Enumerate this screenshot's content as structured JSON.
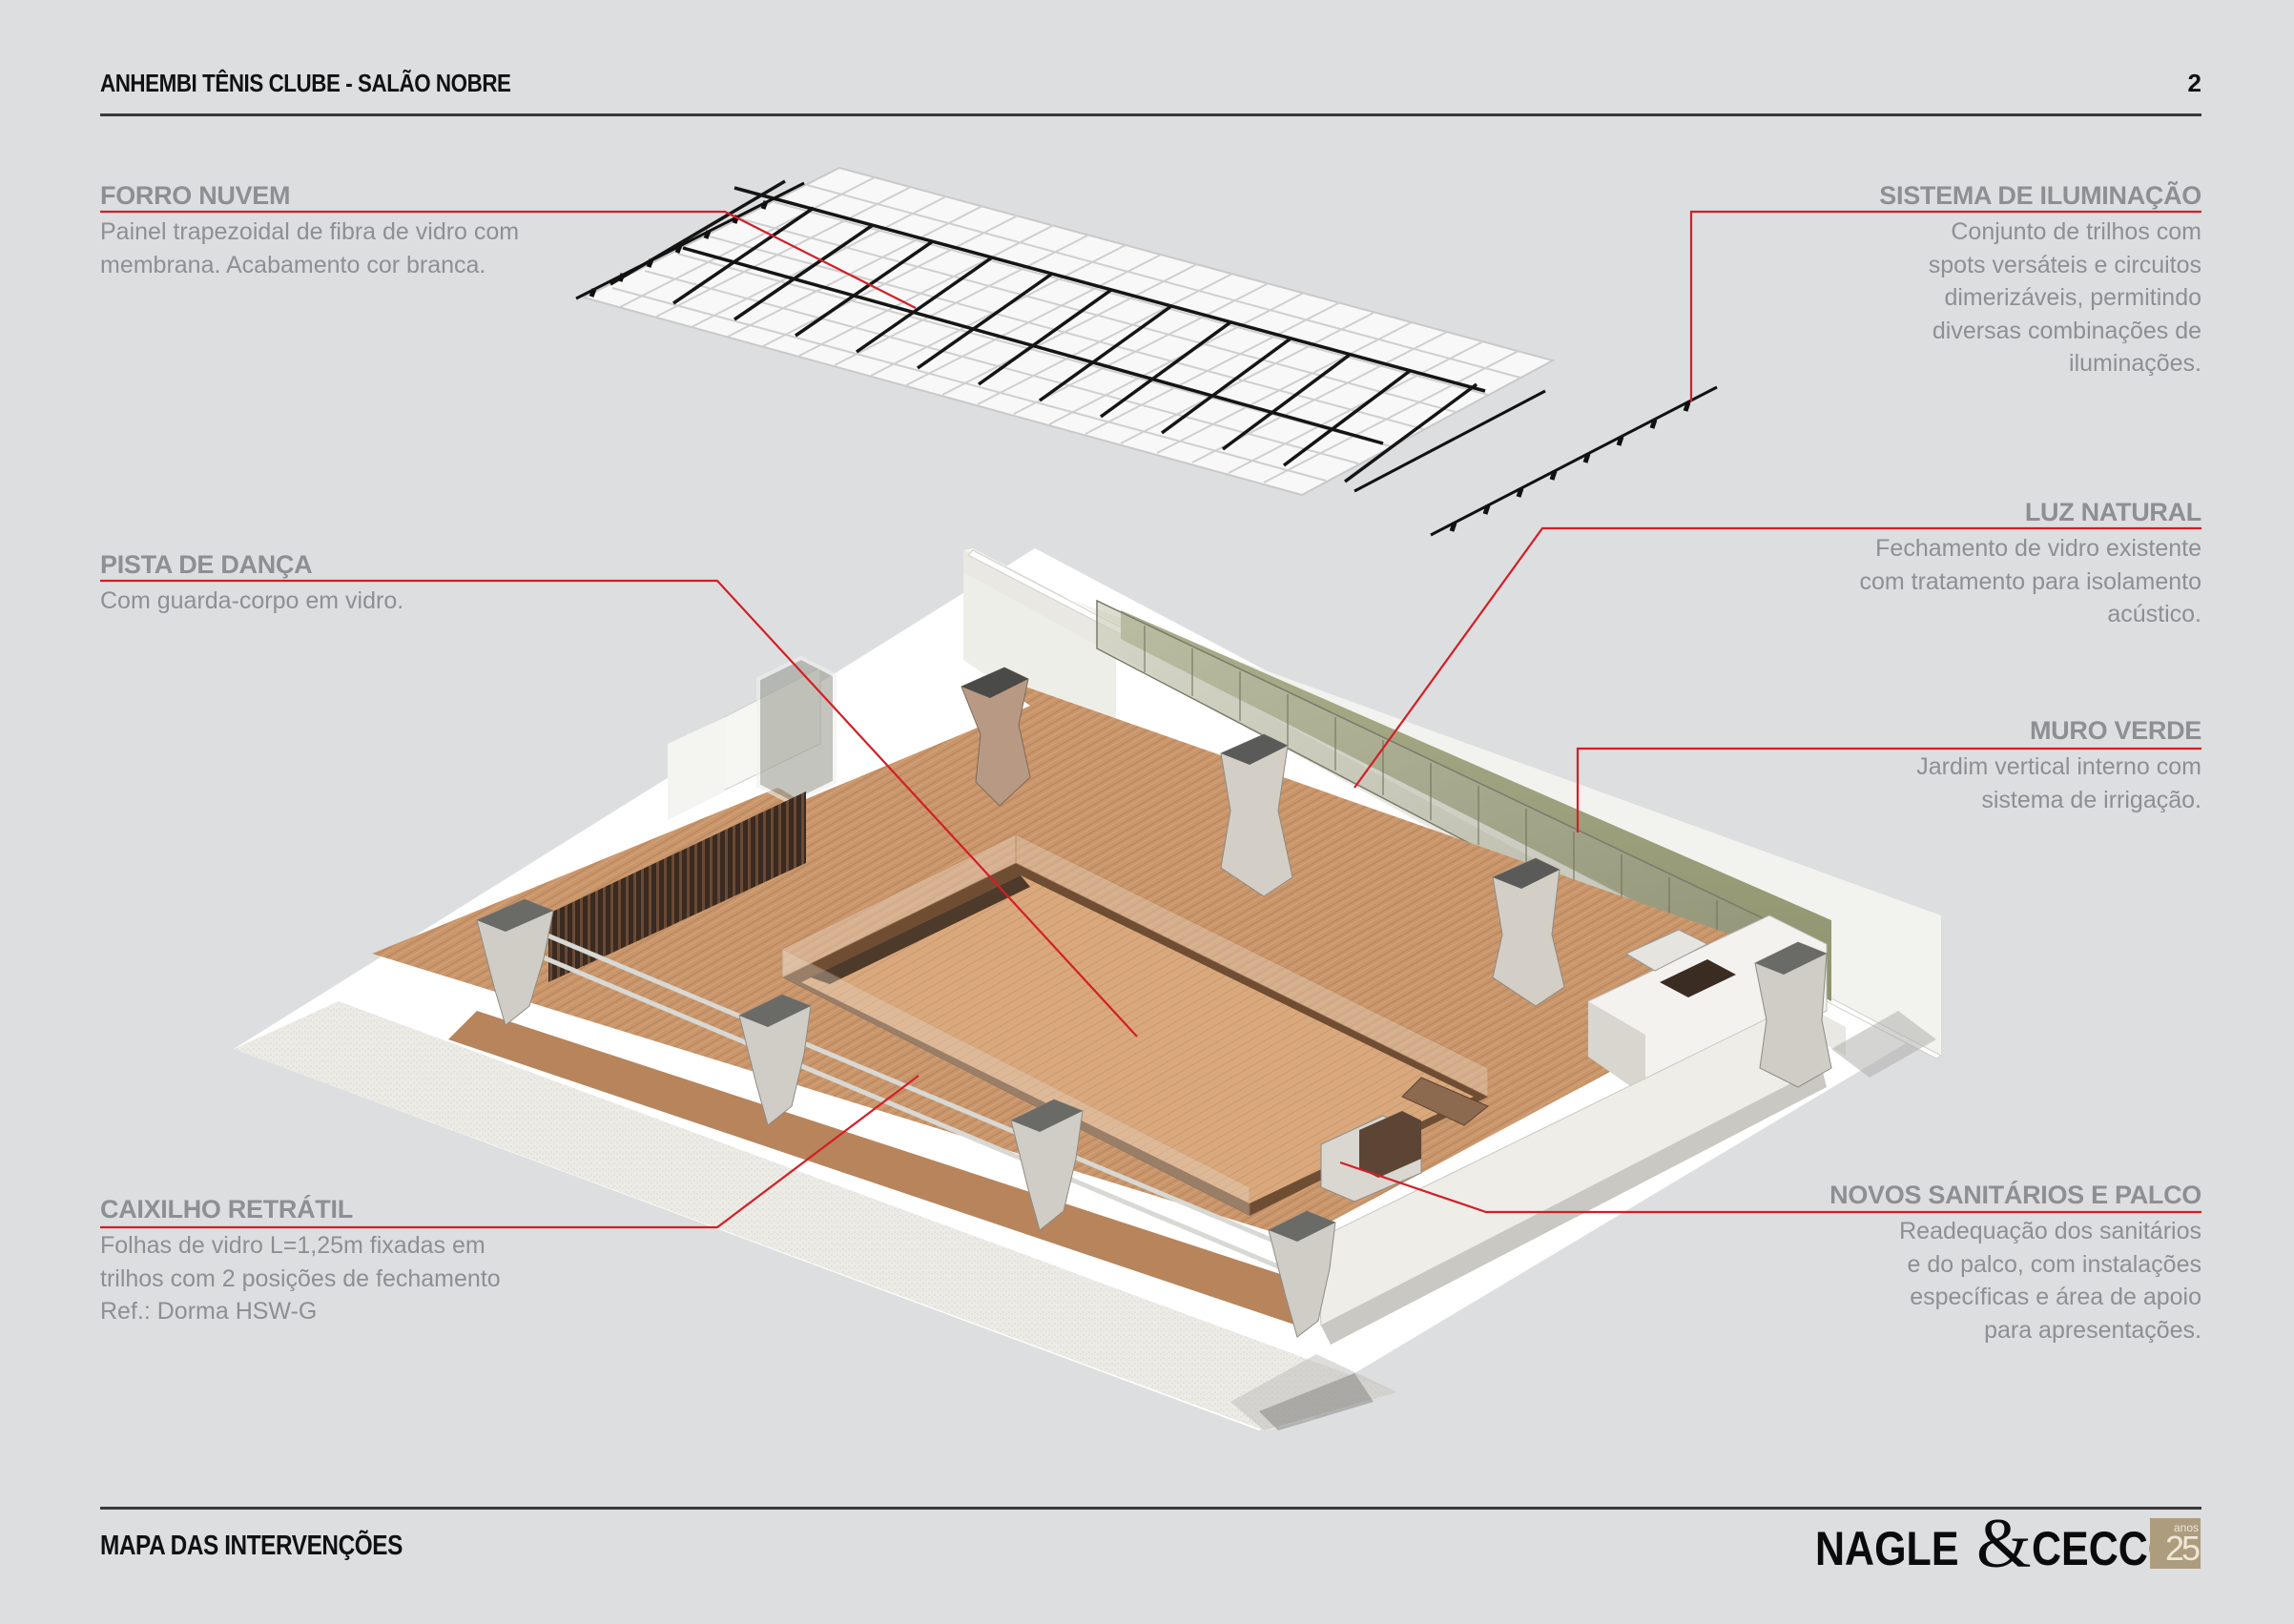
{
  "header": {
    "title": "ANHEMBI TÊNIS CLUBE - SALÃO NOBRE",
    "page_number": "2"
  },
  "footer": {
    "title": "MAPA DAS INTERVENÇÕES",
    "logo": {
      "word_left": "NAGLE",
      "ampersand": "&",
      "word_right": "CECCO",
      "badge_number": "25",
      "badge_caption": "anos",
      "badge_color": "#ad9c7e"
    }
  },
  "colors": {
    "background": "#dddee0",
    "leader_line": "#d21f26",
    "label_text": "#8e8f93",
    "header_text": "#111111",
    "wood_floor": "#c99368"
  },
  "annotations": [
    {
      "id": "forro-nuvem",
      "title": "FORRO NUVEM",
      "lines": [
        "Painel trapezoidal de fibra de vidro com",
        "membrana. Acabamento cor branca."
      ],
      "side": "left"
    },
    {
      "id": "sistema-iluminacao",
      "title": "SISTEMA DE ILUMINAÇÃO",
      "lines": [
        "Conjunto de trilhos com",
        "spots versáteis e circuitos",
        "dimerizáveis, permitindo",
        "diversas combinações de",
        "iluminações."
      ],
      "side": "right"
    },
    {
      "id": "pista-danca",
      "title": "PISTA DE DANÇA",
      "lines": [
        "Com guarda-corpo em vidro."
      ],
      "side": "left"
    },
    {
      "id": "luz-natural",
      "title": "LUZ NATURAL",
      "lines": [
        "Fechamento de vidro existente",
        "com tratamento para isolamento",
        "acústico."
      ],
      "side": "right"
    },
    {
      "id": "muro-verde",
      "title": "MURO VERDE",
      "lines": [
        "Jardim vertical interno com",
        "sistema de irrigação."
      ],
      "side": "right"
    },
    {
      "id": "caixilho-retratil",
      "title": "CAIXILHO RETRÁTIL",
      "lines": [
        "Folhas de vidro L=1,25m fixadas em",
        "trilhos com 2 posições de fechamento",
        "Ref.: Dorma HSW-G"
      ],
      "side": "left"
    },
    {
      "id": "sanitarios-palco",
      "title": "NOVOS SANITÁRIOS E PALCO",
      "lines": [
        "Readequação dos sanitários",
        "e do palco, com instalações",
        "específicas e área de apoio",
        "para apresentações."
      ],
      "side": "right"
    }
  ]
}
